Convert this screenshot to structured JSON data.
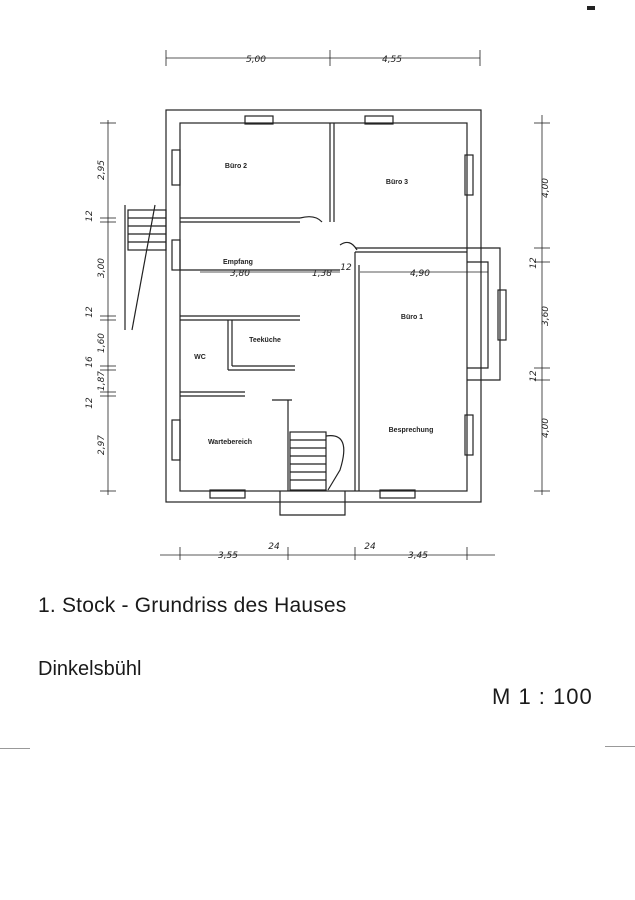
{
  "title": "1. Stock - Grundriss des Hauses",
  "location": "Dinkelsbühl",
  "scale": "M 1 : 100",
  "rooms": {
    "buero2": "Büro 2",
    "buero3": "Büro 3",
    "empfang": "Empfang",
    "teekueche": "Teeküche",
    "wc": "WC",
    "buero1": "Büro 1",
    "wartebereich": "Wartebereich",
    "besprechung": "Besprechung"
  },
  "dimensions": {
    "top_left": "5,00",
    "top_right": "4,55",
    "bottom_left": "3,55",
    "bottom_wall_left": "24",
    "bottom_wall_right": "24",
    "bottom_right": "3,45",
    "empfang_width": "3,80",
    "empfang_gap": "1,38",
    "wall_mid": "12",
    "buero1_width": "4,90",
    "left_1": "2,95",
    "left_2": "12",
    "left_3": "3,00",
    "left_4": "12",
    "left_5": "1,60",
    "left_6": "16",
    "left_7": "1,87",
    "left_8": "12",
    "left_9": "2,97",
    "right_1": "4,00",
    "right_2": "12",
    "right_3": "3,60",
    "right_4": "12",
    "right_5": "4,00"
  }
}
